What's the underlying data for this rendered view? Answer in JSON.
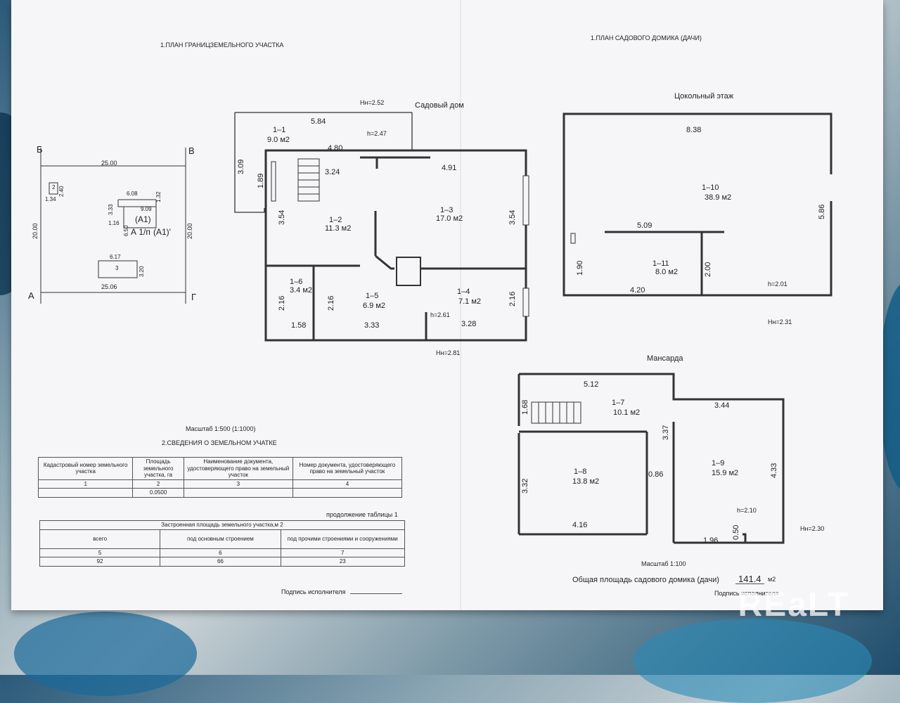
{
  "titles": {
    "land": "1.ПЛАН ГРАНИЦЗЕМЕЛЬНОГО УЧАСТКА",
    "house": "1.ПЛАН САДОВОГО ДОМИКА (ДАЧИ)",
    "garden_house": "Садовый дом",
    "basement": "Цокольный этаж",
    "attic": "Мансарда"
  },
  "site": {
    "corner_b": "Б",
    "corner_v": "В",
    "corner_a": "А",
    "corner_g": "Г",
    "top": "25.00",
    "bottom": "25.06",
    "left": "20.00",
    "right": "20.00",
    "small_bld": "2",
    "sb_w": "1.34",
    "sb_h": "2.40",
    "main_w": "6.08",
    "main_w2": "9.09",
    "d1": "3.33",
    "d2": "1.16",
    "d3": "6.50",
    "d4": "1.32",
    "a1": "(А1)",
    "a2": "А 1/п",
    "a3": "(А1)'",
    "b3": "3",
    "b3_w": "6.17",
    "b3_h": "3.20"
  },
  "ground": {
    "hn": "Hн=2.52",
    "h1": "h=2.47",
    "d_584": "5.84",
    "d_480": "4.80",
    "d_309": "3.09",
    "d_189": "1.89",
    "d_324": "3.24",
    "d_491": "4.91",
    "d_354a": "3.54",
    "d_354b": "3.54",
    "d_216a": "2.16",
    "d_216b": "2.16",
    "d_216c": "2.16",
    "d_158": "1.58",
    "d_333": "3.33",
    "d_328": "3.28",
    "h2": "h=2.61",
    "hn2": "Hн=2.81",
    "r11": "1–1",
    "a11": "9.0 м2",
    "r12": "1–2",
    "a12": "11.3 м2",
    "r13": "1–3",
    "a13": "17.0 м2",
    "r14": "1–4",
    "a14": "7.1 м2",
    "r15": "1–5",
    "a15": "6.9 м2",
    "r16": "1–6",
    "a16": "3.4 м2"
  },
  "basement": {
    "d_838": "8.38",
    "d_586": "5.86",
    "d_509": "5.09",
    "d_190": "1.90",
    "d_200": "2.00",
    "d_420": "4.20",
    "h": "h=2.01",
    "hn": "Hн=2.31",
    "r110": "1–10",
    "a110": "38.9 м2",
    "r111": "1–11",
    "a111": "8.0 м2"
  },
  "attic": {
    "d_512": "5.12",
    "d_168": "1.68",
    "d_344": "3.44",
    "d_337": "3.37",
    "d_433": "4.33",
    "d_332": "3.32",
    "d_086": "0.86",
    "d_416": "4.16",
    "d_196": "1.96",
    "d_050": "0.50",
    "h": "h=2.10",
    "hn": "Hн=2.30",
    "r17": "1–7",
    "a17": "10.1 м2",
    "r18": "1–8",
    "a18": "13.8 м2",
    "r19": "1–9",
    "a19": "15.9 м2"
  },
  "scales": {
    "land": "Масштаб 1:500 (1:1000)",
    "house": "Масштаб 1:100"
  },
  "section2": "2.СВЕДЕНИЯ О ЗЕМЕЛЬНОМ УЧАТКЕ",
  "table1": {
    "headers": [
      "Кадастровый номер земельного участка",
      "Площадь земельного участка, га",
      "Наименование документа, удостоверяющего право на земельный участок",
      "Номер документа, удостоверяющего право на земельный участок"
    ],
    "nums": [
      "1",
      "2",
      "3",
      "4"
    ],
    "values": [
      "",
      "0.0500",
      "",
      ""
    ]
  },
  "continuation": "продолжение таблицы 1",
  "table2": {
    "title": "Застроенная площадь земельного участка,м 2",
    "headers": [
      "всего",
      "под основным строением",
      "под прочими строениями и сооружениями"
    ],
    "nums": [
      "5",
      "6",
      "7"
    ],
    "values": [
      "92",
      "66",
      "23"
    ]
  },
  "sign_left": "Подпись исполнителя",
  "total_label": "Общая площадь садового домика (дачи)",
  "total_value": "141.4",
  "total_unit": "м2",
  "sign_right": "Подпись исполнителя",
  "watermark": "REaLT"
}
